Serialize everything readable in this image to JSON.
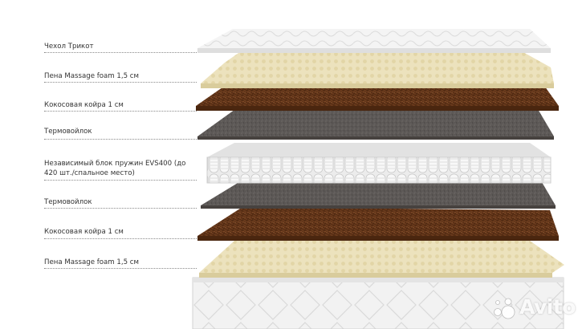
{
  "layers": [
    {
      "label": "Чехол Трикот",
      "material": "knit-cover",
      "color": "#f1f1f1"
    },
    {
      "label": "Пена Massage foam 1,5 см",
      "material": "massage-foam",
      "color": "#eadfb7"
    },
    {
      "label": "Кокосовая койра 1 см",
      "material": "coconut-coir",
      "color": "#6b3a1c"
    },
    {
      "label": "Термовойлок",
      "material": "thermal-felt",
      "color": "#5f5a57"
    },
    {
      "label": "Независимый блок пружин EVS400 (до 420 шт./спальное место)",
      "material": "pocket-springs",
      "color": "#e8e8e8"
    },
    {
      "label": "Термовойлок",
      "material": "thermal-felt",
      "color": "#5f5a57"
    },
    {
      "label": "Кокосовая койра 1 см",
      "material": "coconut-coir",
      "color": "#6b3a1c"
    },
    {
      "label": "Пена Massage foam 1,5 см",
      "material": "massage-foam",
      "color": "#eadfb7"
    }
  ],
  "watermark": {
    "text": "Avito",
    "icon": "avito-logo-icon"
  }
}
